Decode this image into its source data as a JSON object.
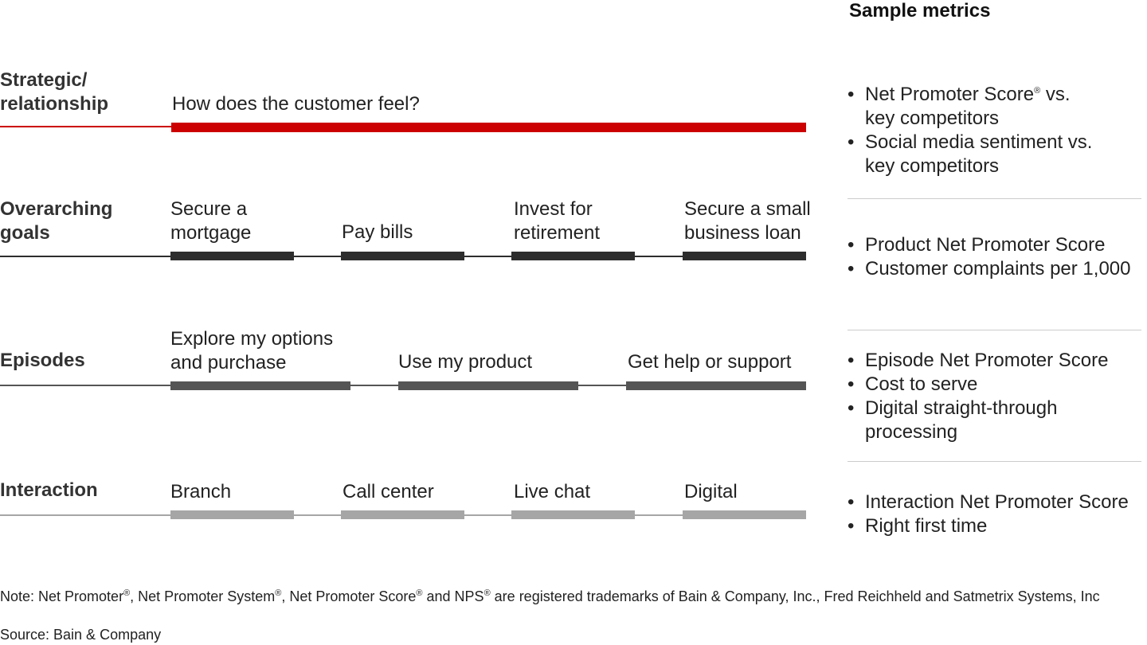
{
  "rows": [
    {
      "id": "strategic",
      "label": "Strategic/\nrelationship",
      "color": "#cc0000",
      "items": [
        "How does the customer feel?"
      ]
    },
    {
      "id": "goals",
      "label": "Overarching\ngoals",
      "color": "#2d2d2d",
      "items": [
        "Secure a\nmortgage",
        "Pay bills",
        "Invest for\nretirement",
        "Secure a small\nbusiness loan"
      ]
    },
    {
      "id": "episodes",
      "label": "Episodes",
      "color": "#555555",
      "items": [
        "Explore my options\nand purchase",
        "Use my product",
        "Get help or support"
      ]
    },
    {
      "id": "interaction",
      "label": "Interaction",
      "color": "#a6a6a6",
      "items": [
        "Branch",
        "Call center",
        "Live chat",
        "Digital"
      ]
    }
  ],
  "metrics": {
    "title": "Sample metrics",
    "groups": [
      [
        "Net Promoter Score",
        "Social media sentiment vs.\nkey competitors"
      ],
      [
        "Product Net Promoter Score",
        "Customer complaints per 1,000"
      ],
      [
        "Episode Net Promoter Score",
        "Cost to serve",
        "Digital straight-through\nprocessing"
      ],
      [
        "Interaction Net Promoter Score",
        "Right first time"
      ]
    ],
    "first_item_suffix": " vs.\nkey competitors",
    "registered_mark": "®"
  },
  "footer": {
    "note_parts": [
      "Note: Net Promoter",
      ", Net Promoter System",
      ", Net Promoter Score",
      " and NPS",
      " are registered trademarks of Bain & Company, Inc., Fred Reichheld and Satmetrix Systems, Inc"
    ],
    "source": "Source: Bain & Company"
  }
}
